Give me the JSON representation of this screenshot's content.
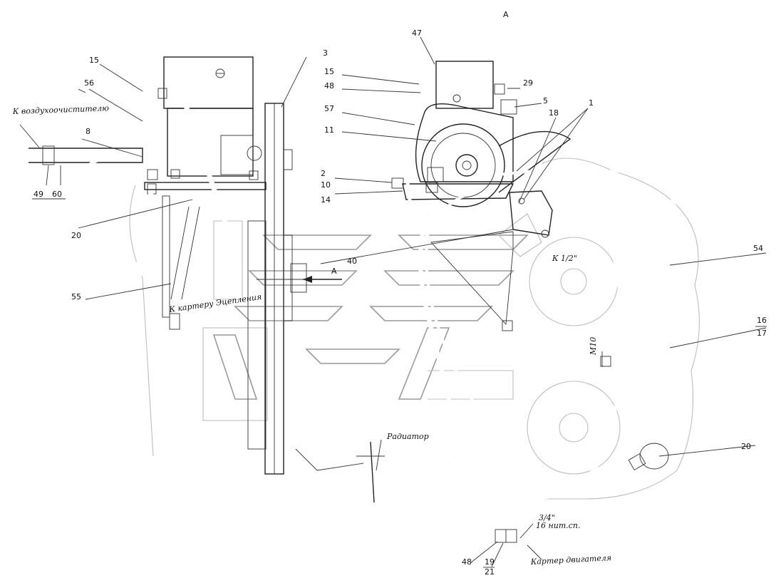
{
  "view_label": "A",
  "callouts": {
    "c15_left": "15",
    "c56": "56",
    "c3": "3",
    "c8": "8",
    "c49": "49",
    "c60": "60",
    "c2": "2",
    "c10": "10",
    "c14": "14",
    "c20_left": "20",
    "c40": "40",
    "c55": "55",
    "c47": "47",
    "c15_right": "15",
    "c48_top": "48",
    "c29": "29",
    "c5": "5",
    "c57": "57",
    "c18": "18",
    "c1": "1",
    "c11": "11",
    "c54": "54",
    "c16": "16",
    "c17": "17",
    "c20_right": "20",
    "c48_bottom": "48",
    "c19": "19",
    "c21": "21"
  },
  "annotations": {
    "air_cleaner": "К воздухоочистителю",
    "clutch_case": "К картеру Эцепления",
    "radiator": "Радиатор",
    "arrow_a": "А",
    "k_half": "К 1/2\"",
    "m10": "М10",
    "three_quarter": "3/4\"",
    "thread_16": "16 нит.сп.",
    "engine_case": "Картер двигателя"
  }
}
